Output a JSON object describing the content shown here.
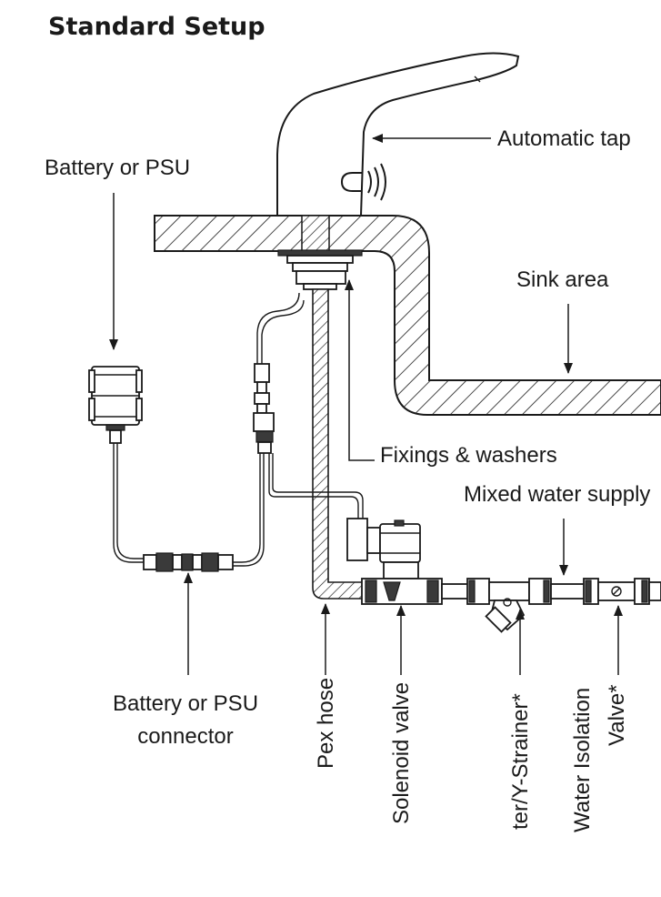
{
  "title": "Standard Setup",
  "labels": {
    "automatic_tap": "Automatic tap",
    "battery_or_psu": "Battery or PSU",
    "sink_area": "Sink area",
    "fixings_washers": "Fixings & washers",
    "mixed_water_supply": "Mixed water supply",
    "connector_line1": "Battery or PSU",
    "connector_line2": "connector",
    "pex_hose": "Pex hose",
    "solenoid_valve": "Solenoid valve",
    "strainer": "ter/Y-Strainer*",
    "isolation_line1": "Water Isolation",
    "isolation_line2": "Valve*"
  },
  "icons": {
    "sensor": "sensor-waves-icon",
    "battery": "battery-pack-icon",
    "connector": "cable-connector-icon"
  }
}
